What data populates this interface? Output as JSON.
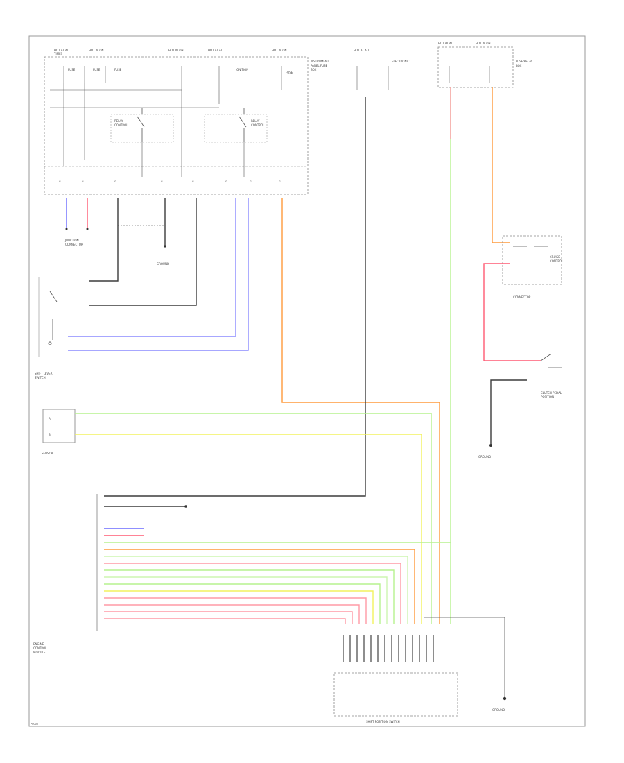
{
  "page_id": "P0000",
  "colors": {
    "black": "#3b3b3b",
    "blue": "#6a6aff",
    "red": "#ff5a73",
    "orange": "#ff9a3c",
    "green": "#b6f28e",
    "yellow": "#f2f25e",
    "pink": "#ff9aa6",
    "lightgreen": "#cdf5b0"
  },
  "labels": {
    "connector_a": "SHIFT POSITION SWITCH",
    "connector_b": "CONNECTOR",
    "connector_c": "GROUND",
    "engine_block": "ENGINE",
    "module_block": "MODULE"
  }
}
